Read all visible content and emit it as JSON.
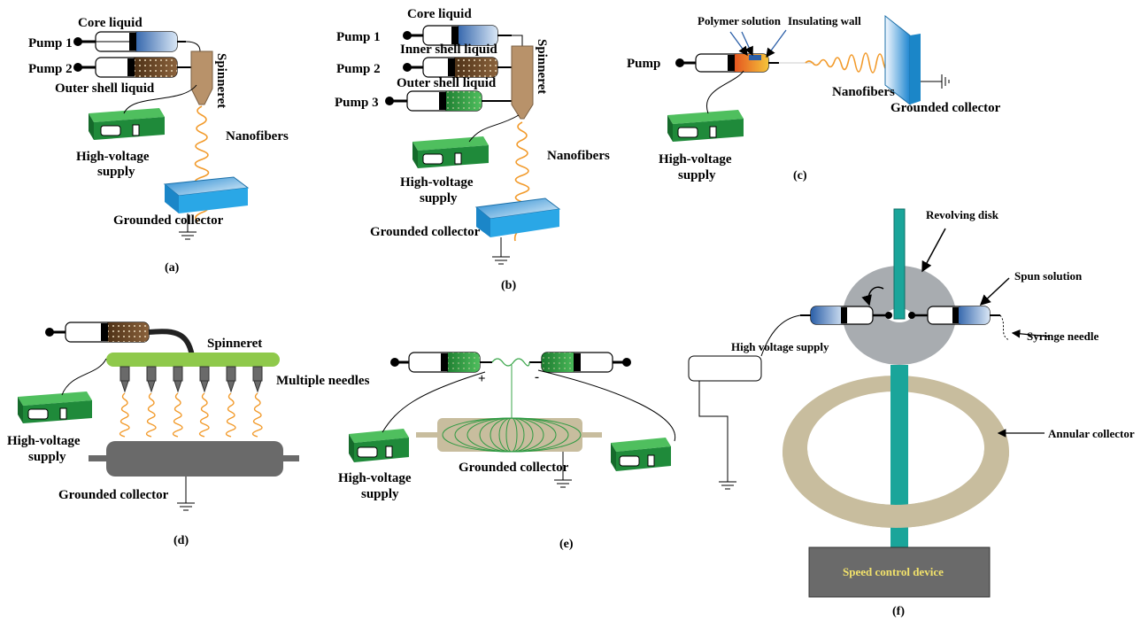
{
  "panel_a": {
    "pump1": "Pump 1",
    "pump2": "Pump 2",
    "core_liquid": "Core liquid",
    "outer_shell_liquid": "Outer shell liquid",
    "spinneret": "Spinneret",
    "nanofibers": "Nanofibers",
    "hv_supply_line1": "High-voltage",
    "hv_supply_line2": "supply",
    "collector": "Grounded collector",
    "caption": "(a)"
  },
  "panel_b": {
    "pump1": "Pump 1",
    "pump2": "Pump 2",
    "pump3": "Pump 3",
    "core_liquid": "Core liquid",
    "inner_shell_liquid": "Inner shell liquid",
    "outer_shell_liquid": "Outer shell liquid",
    "spinneret": "Spinneret",
    "nanofibers": "Nanofibers",
    "hv_supply_line1": "High-voltage",
    "hv_supply_line2": "supply",
    "collector": "Grounded collector",
    "caption": "(b)"
  },
  "panel_c": {
    "pump": "Pump",
    "polymer_solution": "Polymer solution",
    "insulating_wall": "Insulating wall",
    "nanofibers": "Nanofibers",
    "collector": "Grounded collector",
    "hv_supply_line1": "High-voltage",
    "hv_supply_line2": "supply",
    "caption": "(c)"
  },
  "panel_d": {
    "spinneret": "Spinneret",
    "multiple_needles": "Multiple needles",
    "hv_supply_line1": "High-voltage",
    "hv_supply_line2": "supply",
    "collector": "Grounded collector",
    "caption": "(d)"
  },
  "panel_e": {
    "plus": "+",
    "minus": "-",
    "collector": "Grounded collector",
    "hv_supply_line1": "High-voltage",
    "hv_supply_line2": "supply",
    "caption": "(e)"
  },
  "panel_f": {
    "revolving_disk": "Revolving disk",
    "spun_solution": "Spun solution",
    "syringe_needle": "Syringe needle",
    "hv_supply": "High voltage supply",
    "annular_collector": "Annular collector",
    "speed_control": "Speed control device",
    "caption": "(f)"
  },
  "colors": {
    "hv_box": "#1f8a3a",
    "collector_blue": "#2aa7e6",
    "spinneret_tan": "#b8926a",
    "nanofiber_orange": "#f29a2a",
    "brown_liquid": "#6b4a2a",
    "blue_liquid": "#5b86c7",
    "green_liquid": "#2f9a43",
    "disk_gray": "#a8acb0",
    "shaft_teal": "#1aa59a",
    "annulus_tan": "#c8bd9e",
    "speed_box": "#6a6a6a",
    "needle_bar": "#8fc94b"
  }
}
